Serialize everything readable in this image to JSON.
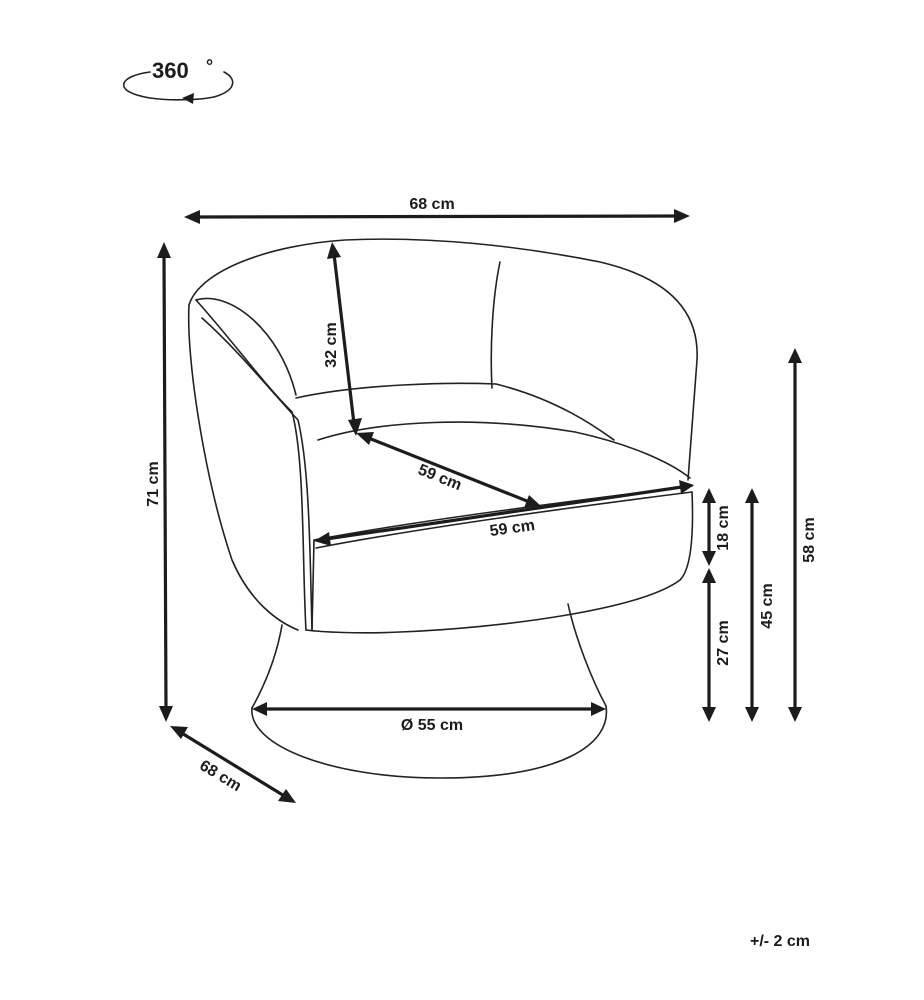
{
  "rotation": {
    "label": "360",
    "degree_symbol": "°"
  },
  "dimensions": {
    "overall_width": "68 cm",
    "overall_depth": "68 cm",
    "overall_height": "71 cm",
    "backrest_height": "32 cm",
    "seat_depth": "59 cm",
    "seat_width": "59 cm",
    "seat_cushion_height": "18 cm",
    "base_to_seat_height": "27 cm",
    "seat_height": "45 cm",
    "armrest_height": "58 cm",
    "base_diameter": "Ø 55 cm"
  },
  "tolerance": "+/- 2 cm"
}
